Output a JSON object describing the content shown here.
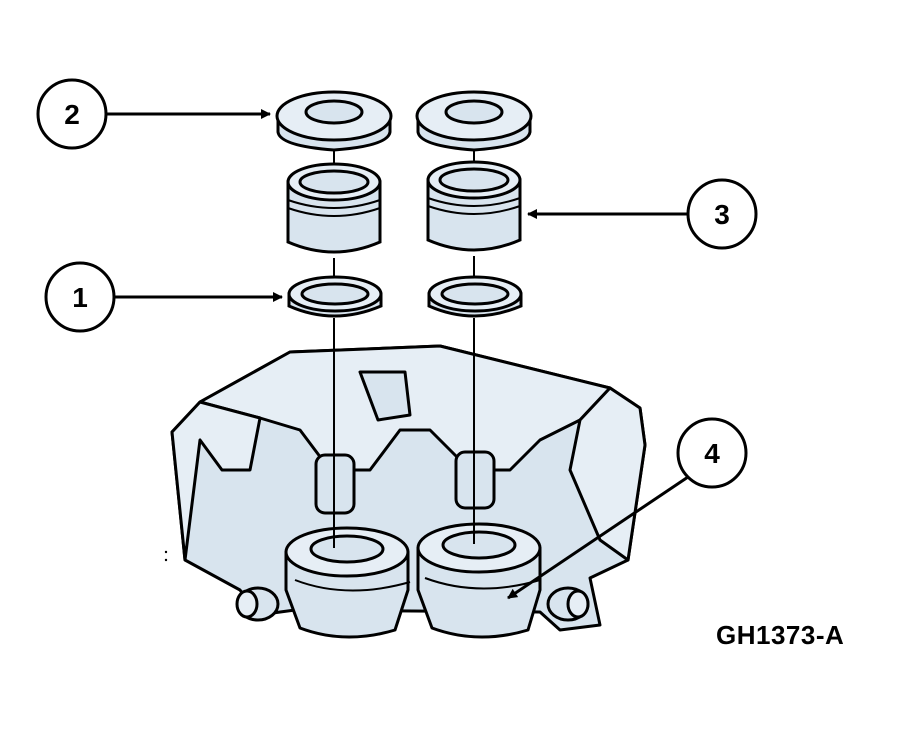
{
  "figure": {
    "code": "GH1373-A"
  },
  "callouts": [
    {
      "id": "1",
      "part": "piston-seal"
    },
    {
      "id": "2",
      "part": "dust-boot"
    },
    {
      "id": "3",
      "part": "piston"
    },
    {
      "id": "4",
      "part": "caliper-housing"
    }
  ],
  "colors": {
    "fill": "#d8e4ee",
    "stroke": "#000000",
    "background": "#ffffff"
  }
}
